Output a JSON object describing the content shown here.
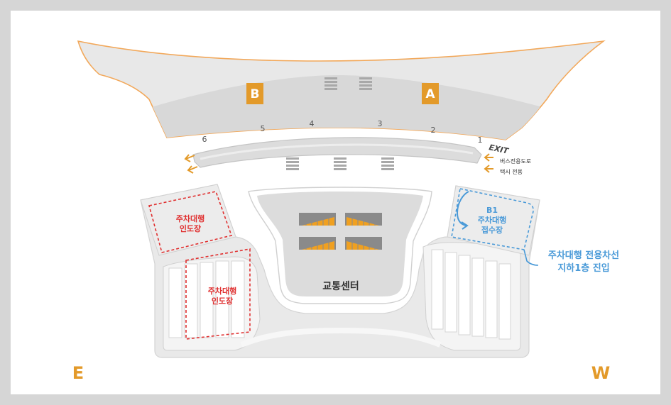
{
  "terminal": {
    "gate_b": "B",
    "gate_a": "A"
  },
  "curb": {
    "numbers": [
      "6",
      "5",
      "4",
      "3",
      "2",
      "1"
    ],
    "exit_label": "EXIT",
    "bus_lane_label": "버스전용도로",
    "taxi_lane_label": "택시 전용"
  },
  "valet_east_upper": {
    "line1": "주차대행",
    "line2": "인도장"
  },
  "valet_east_lower": {
    "line1": "주차대행",
    "line2": "인도장"
  },
  "valet_b1": {
    "line1": "B1",
    "line2": "주차대행",
    "line3": "접수장"
  },
  "transport_center": {
    "label": "교통센터"
  },
  "callout": {
    "line1": "주차대행 전용차선",
    "line2": "지하1층 진입"
  },
  "compass": {
    "east": "E",
    "west": "W"
  },
  "colors": {
    "orange": "#e39a2a",
    "red": "#e03030",
    "blue": "#4a9ad8",
    "terminal_fill": "#e6e6e6",
    "terminal_outline": "#f2b06a"
  }
}
